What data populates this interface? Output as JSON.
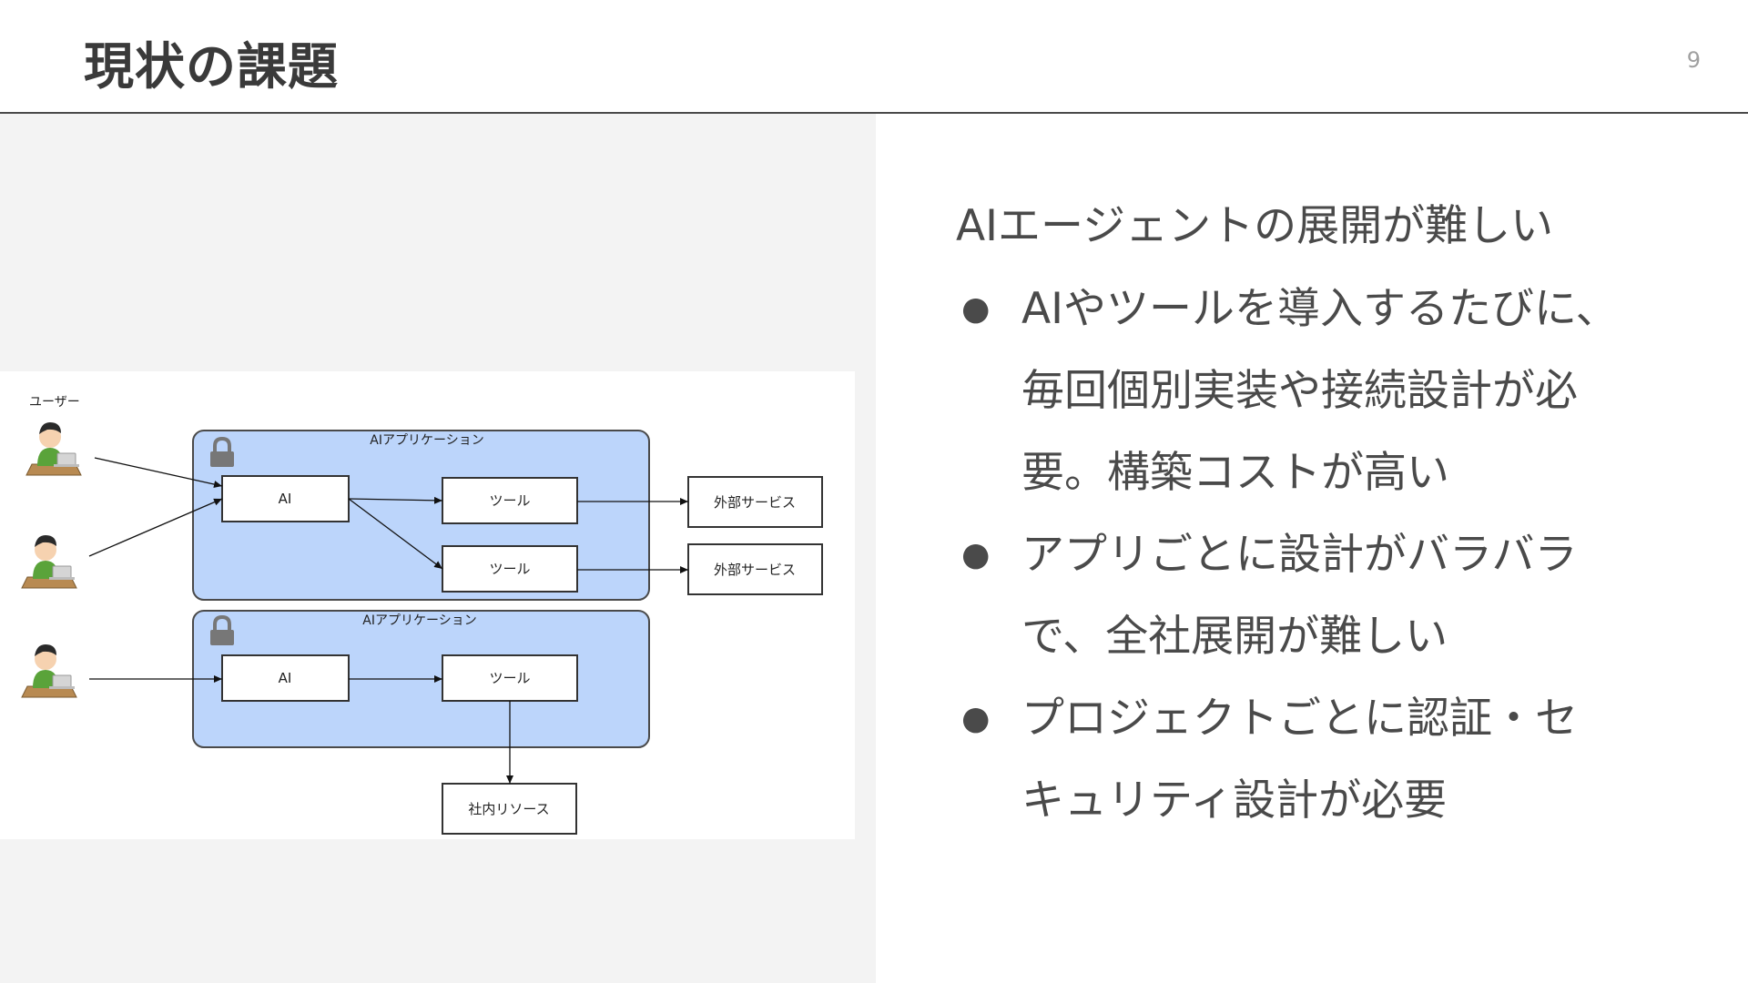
{
  "slide": {
    "title": "現状の課題",
    "page_number": "9"
  },
  "content": {
    "subtitle": "AIエージェントの展開が難しい",
    "bullets": [
      {
        "lines": [
          "AIやツールを導入するたびに、",
          "毎回個別実装や接続設計が必",
          "要。構築コストが高い"
        ]
      },
      {
        "lines": [
          "アプリごとに設計がバラバラ",
          "で、全社展開が難しい"
        ]
      },
      {
        "lines": [
          "プロジェクトごとに認証・セ",
          "キュリティ設計が必要"
        ]
      }
    ]
  },
  "diagram": {
    "users_label": "ユーザー",
    "app1": {
      "label": "AIアプリケーション",
      "ai": "AI",
      "tool1": "ツール",
      "tool2": "ツール"
    },
    "app2": {
      "label": "AIアプリケーション",
      "ai": "AI",
      "tool": "ツール"
    },
    "external1": "外部サービス",
    "external2": "外部サービス",
    "internal": "社内リソース",
    "colors": {
      "app_fill": "#bcd5fb",
      "app_stroke": "#4a4a4a",
      "lock": "#777777",
      "user_shirt": "#5aa33a"
    }
  }
}
